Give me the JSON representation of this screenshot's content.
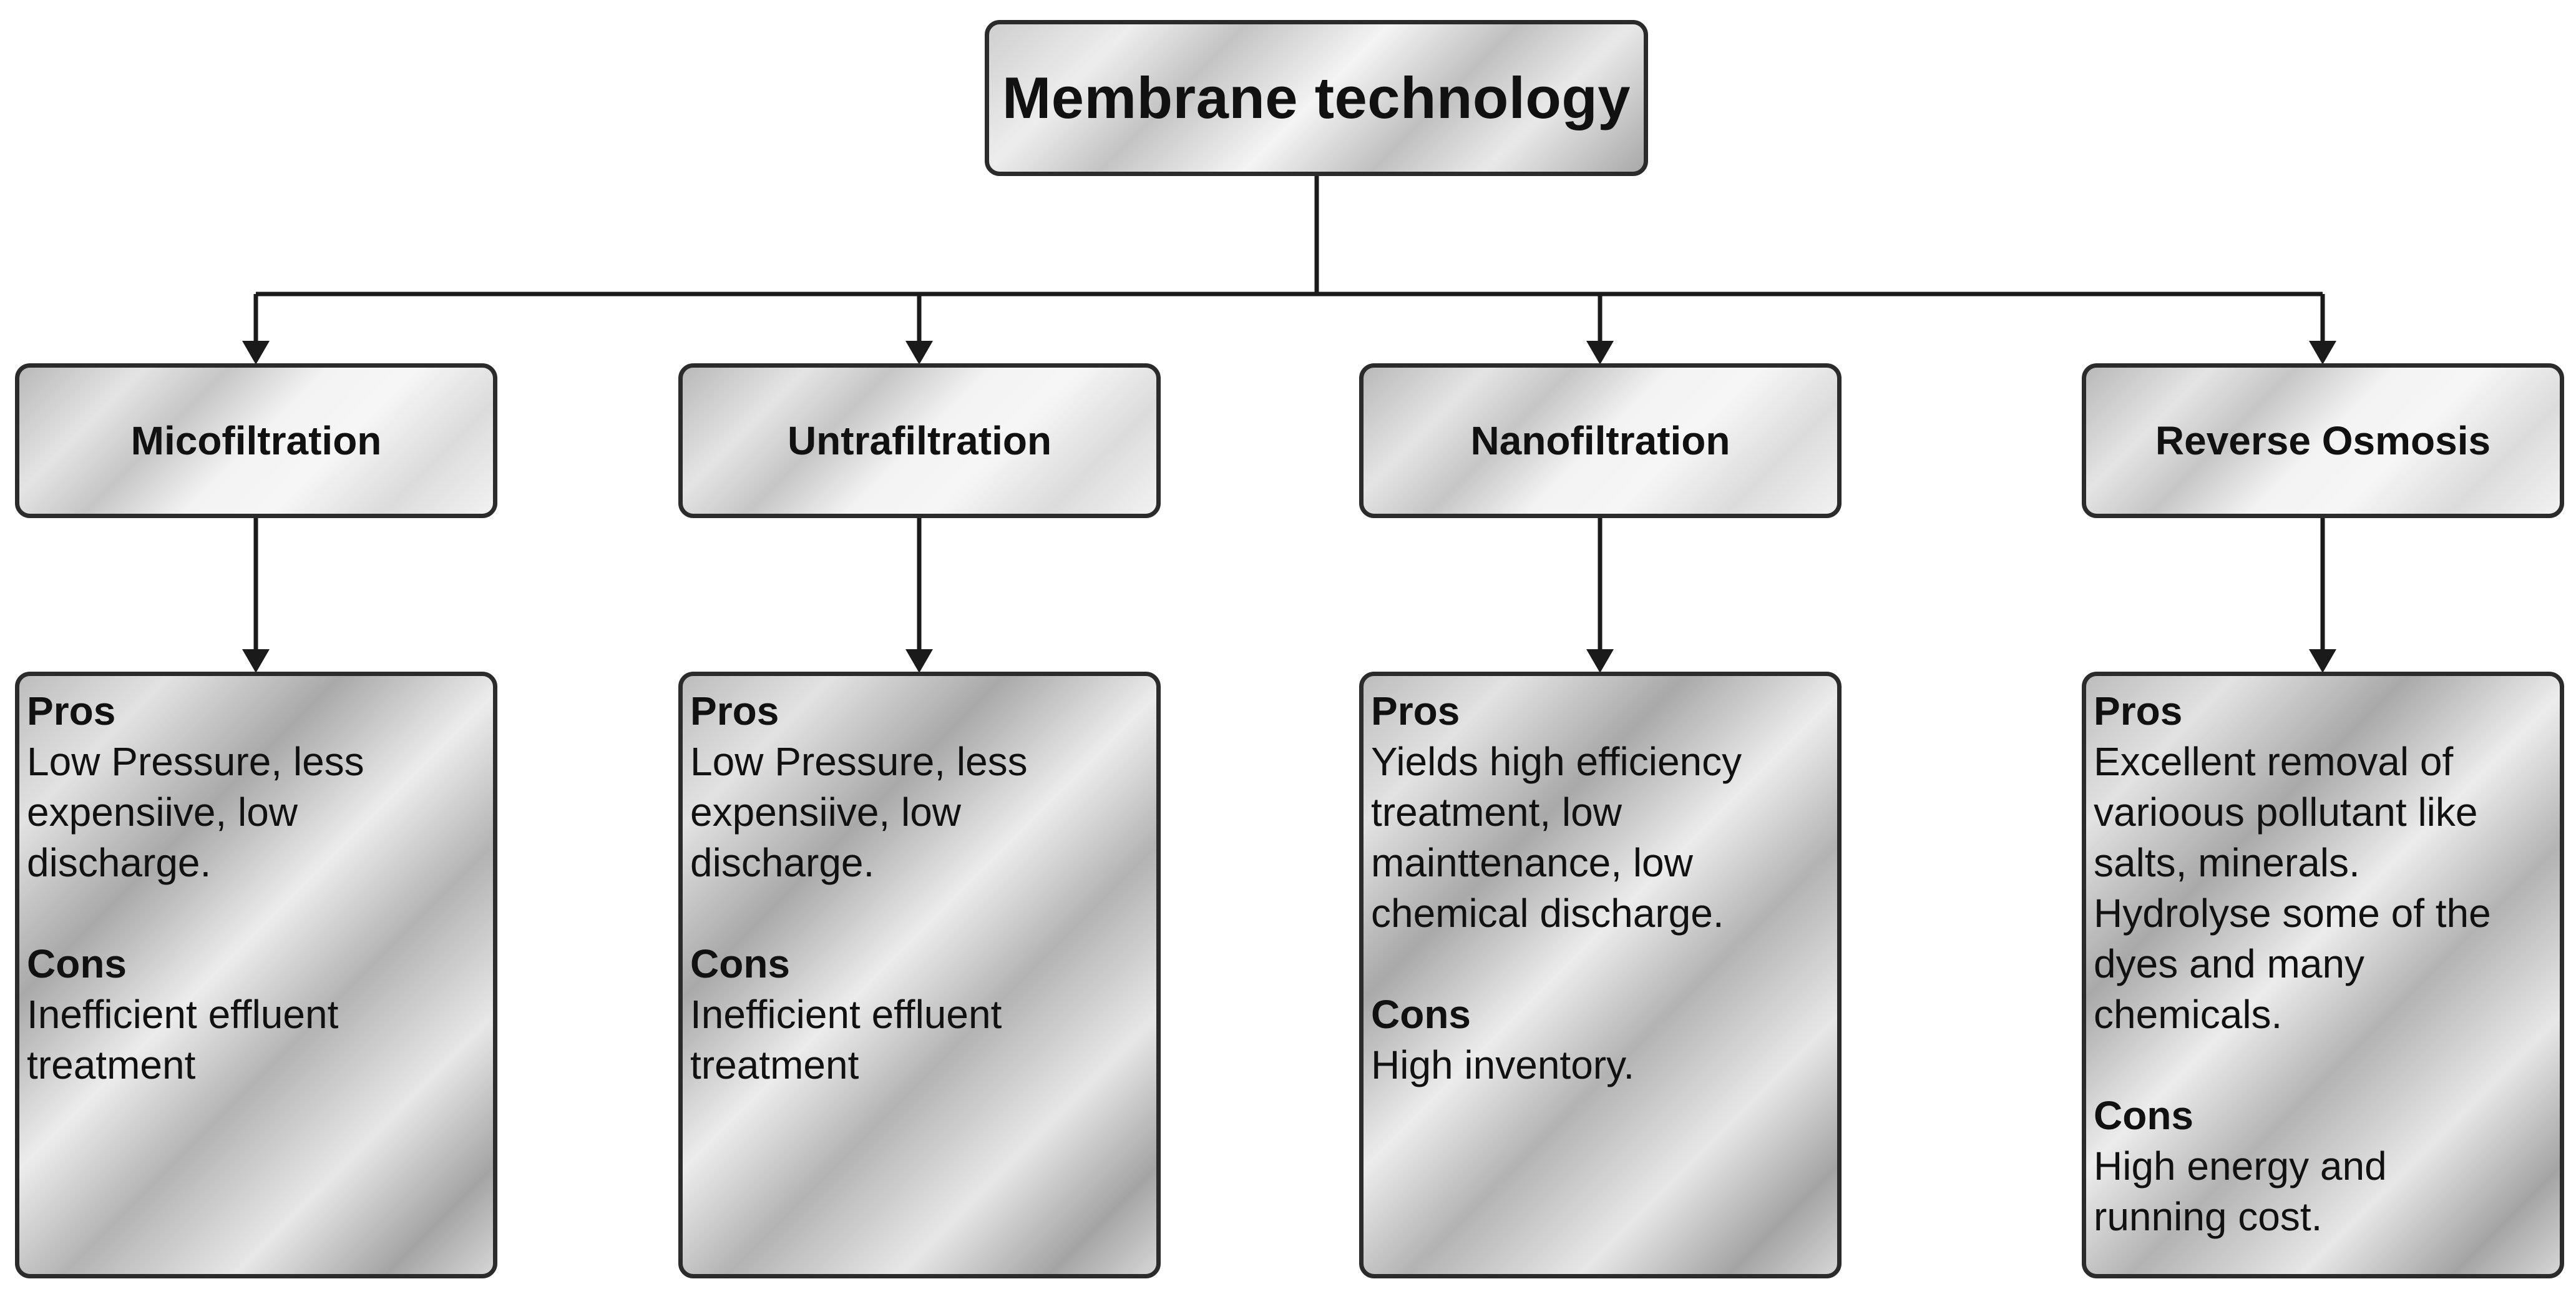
{
  "diagram": {
    "root": {
      "title": "Membrane technology"
    },
    "branches": [
      {
        "name": "Micofiltration",
        "pros_heading": "Pros",
        "pros_text": [
          "Low Pressure, less",
          "expensiive, low",
          "discharge."
        ],
        "cons_heading": "Cons",
        "cons_text": [
          "Inefficient effluent",
          "treatment"
        ]
      },
      {
        "name": "Untrafiltration",
        "pros_heading": "Pros",
        "pros_text": [
          "Low Pressure, less",
          "expensiive, low",
          "discharge."
        ],
        "cons_heading": "Cons",
        "cons_text": [
          "Inefficient effluent",
          "treatment"
        ]
      },
      {
        "name": "Nanofiltration",
        "pros_heading": "Pros",
        "pros_text": [
          "Yields high efficiency",
          "treatment, low",
          "mainttenance, low",
          "chemical discharge."
        ],
        "cons_heading": "Cons",
        "cons_text": [
          "High inventory."
        ]
      },
      {
        "name": "Reverse Osmosis",
        "pros_heading": "Pros",
        "pros_text": [
          "Excellent removal of",
          "varioous pollutant like",
          "salts, minerals.",
          "Hydrolyse some of the",
          "dyes and many",
          "chemicals."
        ],
        "cons_heading": "Cons",
        "cons_text": [
          "High energy and",
          "running cost."
        ]
      }
    ],
    "colors": {
      "border": "#2b2b2b",
      "connector": "#1a1a1a",
      "text": "#111111"
    }
  }
}
